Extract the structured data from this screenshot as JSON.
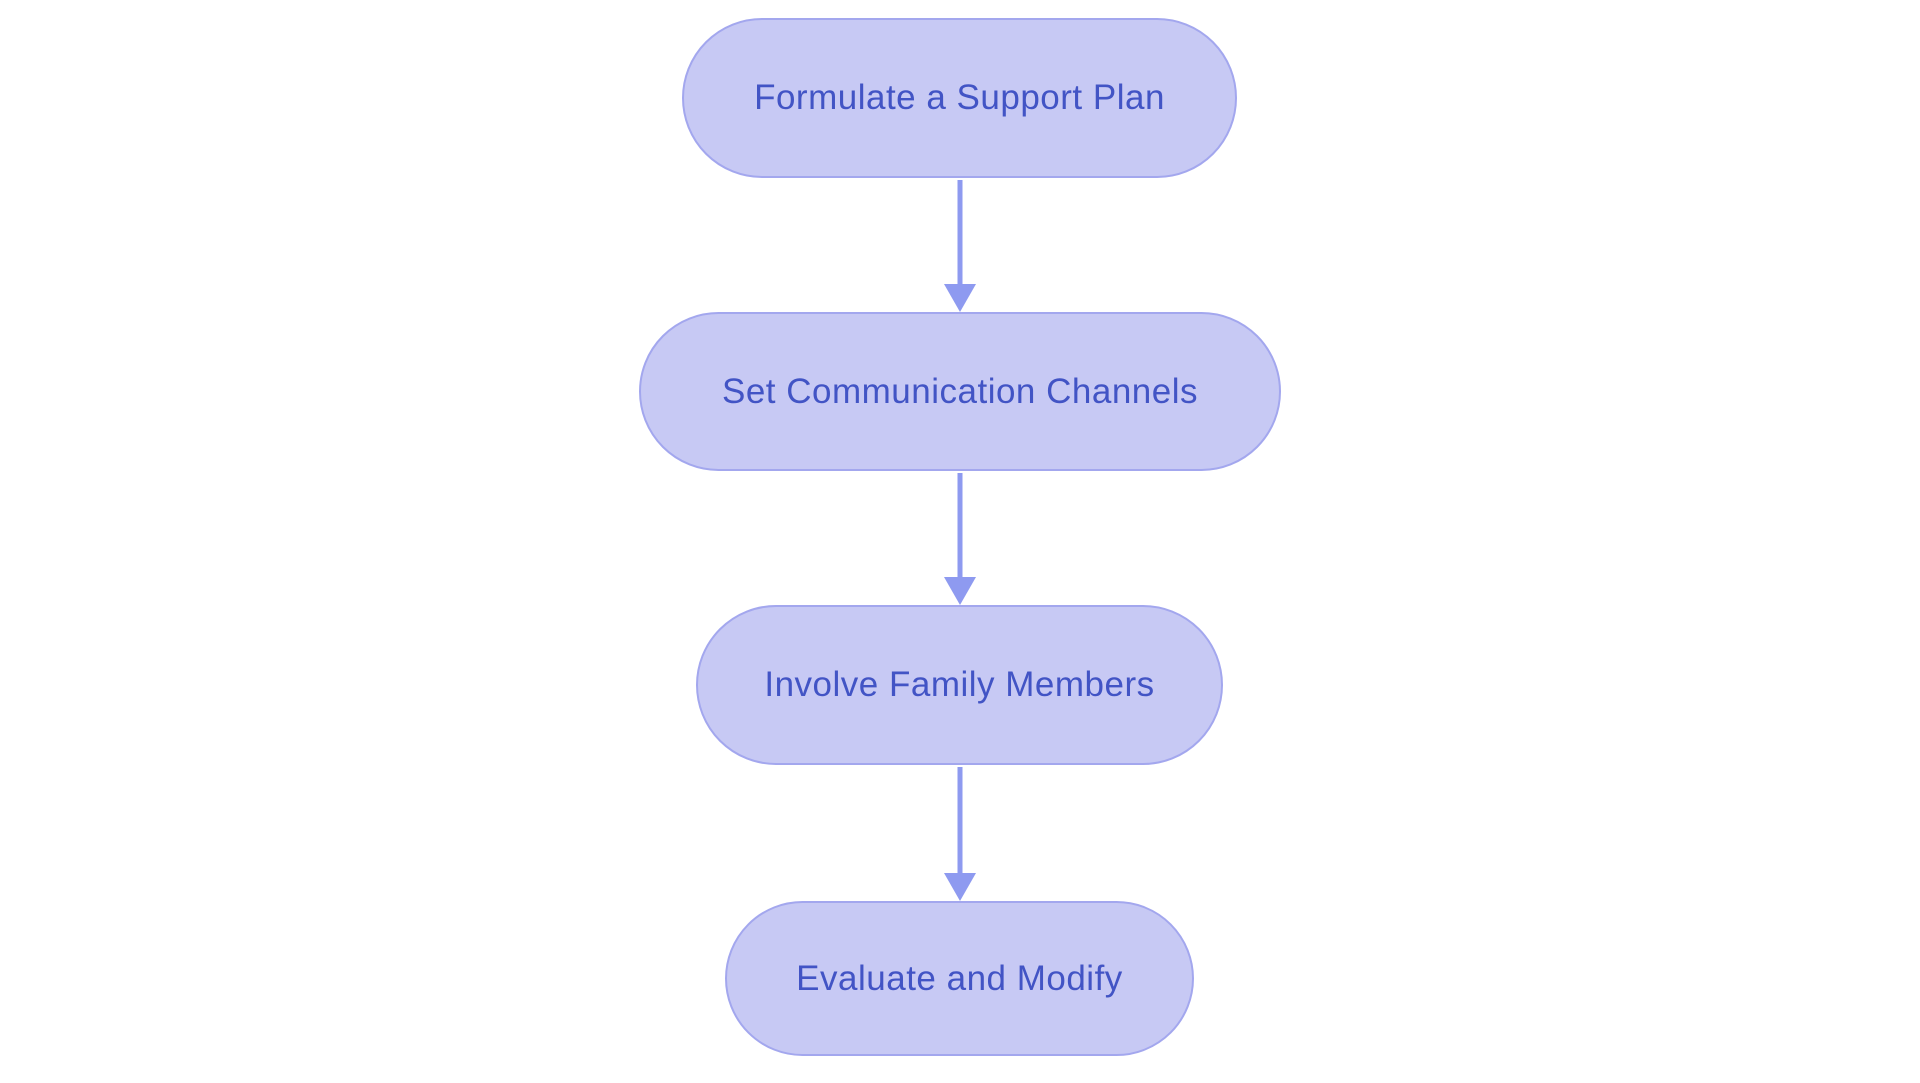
{
  "diagram": {
    "type": "flowchart",
    "direction": "top-to-bottom",
    "colors": {
      "background": "#ffffff",
      "node_fill": "#c7c9f4",
      "node_border": "#a3a7ee",
      "node_text": "#4254c5",
      "arrow": "#8e9af0"
    },
    "nodes": [
      {
        "id": "step-1",
        "label": "Formulate a Support Plan"
      },
      {
        "id": "step-2",
        "label": "Set Communication Channels"
      },
      {
        "id": "step-3",
        "label": "Involve Family Members"
      },
      {
        "id": "step-4",
        "label": "Evaluate and Modify"
      }
    ],
    "edges": [
      {
        "from": "step-1",
        "to": "step-2"
      },
      {
        "from": "step-2",
        "to": "step-3"
      },
      {
        "from": "step-3",
        "to": "step-4"
      }
    ]
  }
}
